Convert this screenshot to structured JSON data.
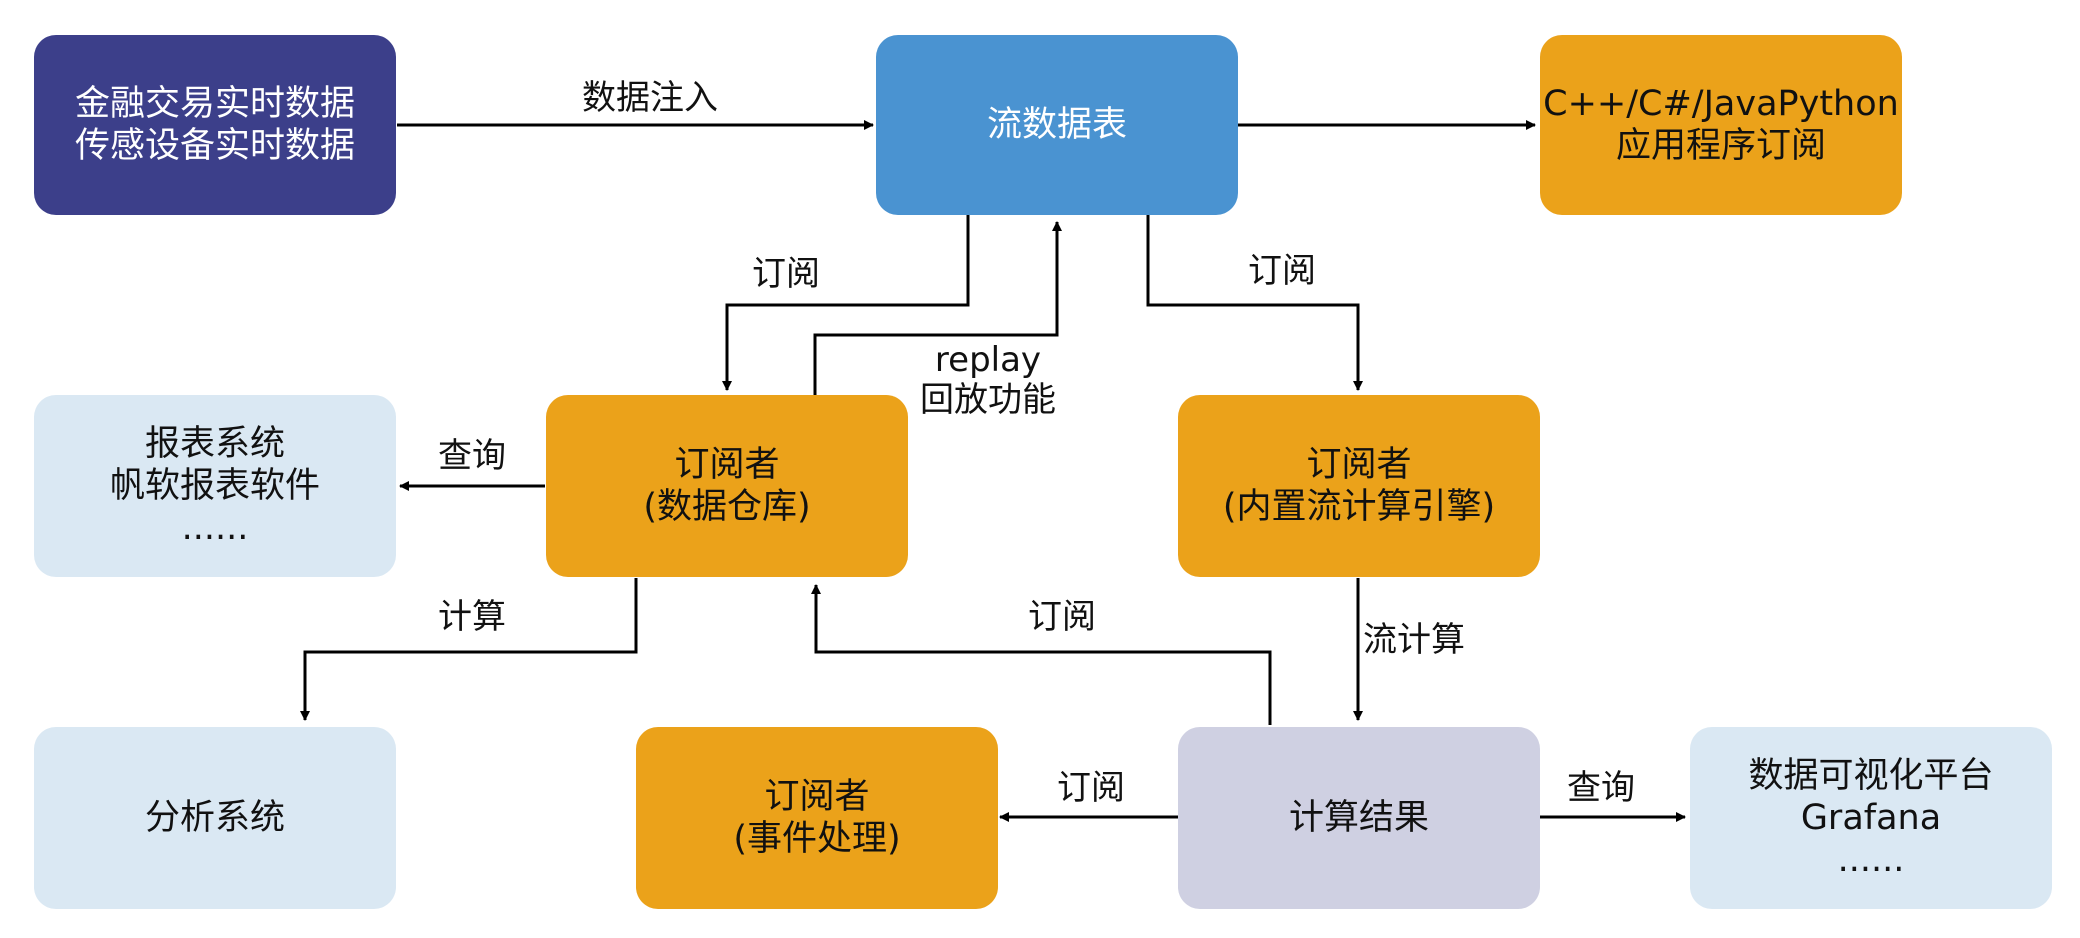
{
  "nodes": {
    "realtime_source": {
      "lines": [
        "金融交易实时数据",
        "传感设备实时数据"
      ],
      "color": "#3c3f8a"
    },
    "stream_table": {
      "lines": [
        "流数据表"
      ],
      "color": "#4a93d1"
    },
    "app_subscribers": {
      "lines": [
        "C++/C#/JavaPython",
        "应用程序订阅"
      ],
      "color": "#eba21a"
    },
    "report_system": {
      "lines": [
        "报表系统",
        "帆软报表软件",
        "......"
      ],
      "color": "#dae8f3"
    },
    "dw_subscriber": {
      "lines": [
        "订阅者",
        "(数据仓库)"
      ],
      "color": "#eba21a"
    },
    "engine_subscriber": {
      "lines": [
        "订阅者",
        "(内置流计算引擎)"
      ],
      "color": "#eba21a"
    },
    "analysis_system": {
      "lines": [
        "分析系统"
      ],
      "color": "#dae8f3"
    },
    "event_subscriber": {
      "lines": [
        "订阅者",
        "(事件处理)"
      ],
      "color": "#eba21a"
    },
    "calc_result": {
      "lines": [
        "计算结果"
      ],
      "color": "#cfd0e2"
    },
    "grafana": {
      "lines": [
        "数据可视化平台",
        "Grafana",
        "......"
      ],
      "color": "#dae8f3"
    }
  },
  "edge_labels": {
    "inject": "数据注入",
    "subscribe_left": "订阅",
    "subscribe_right": "订阅",
    "replay": [
      "replay",
      "回放功能"
    ],
    "query_left": "查询",
    "compute": "计算",
    "subscribe_mid": "订阅",
    "stream_compute": "流计算",
    "subscribe_event": "订阅",
    "query_right": "查询"
  }
}
